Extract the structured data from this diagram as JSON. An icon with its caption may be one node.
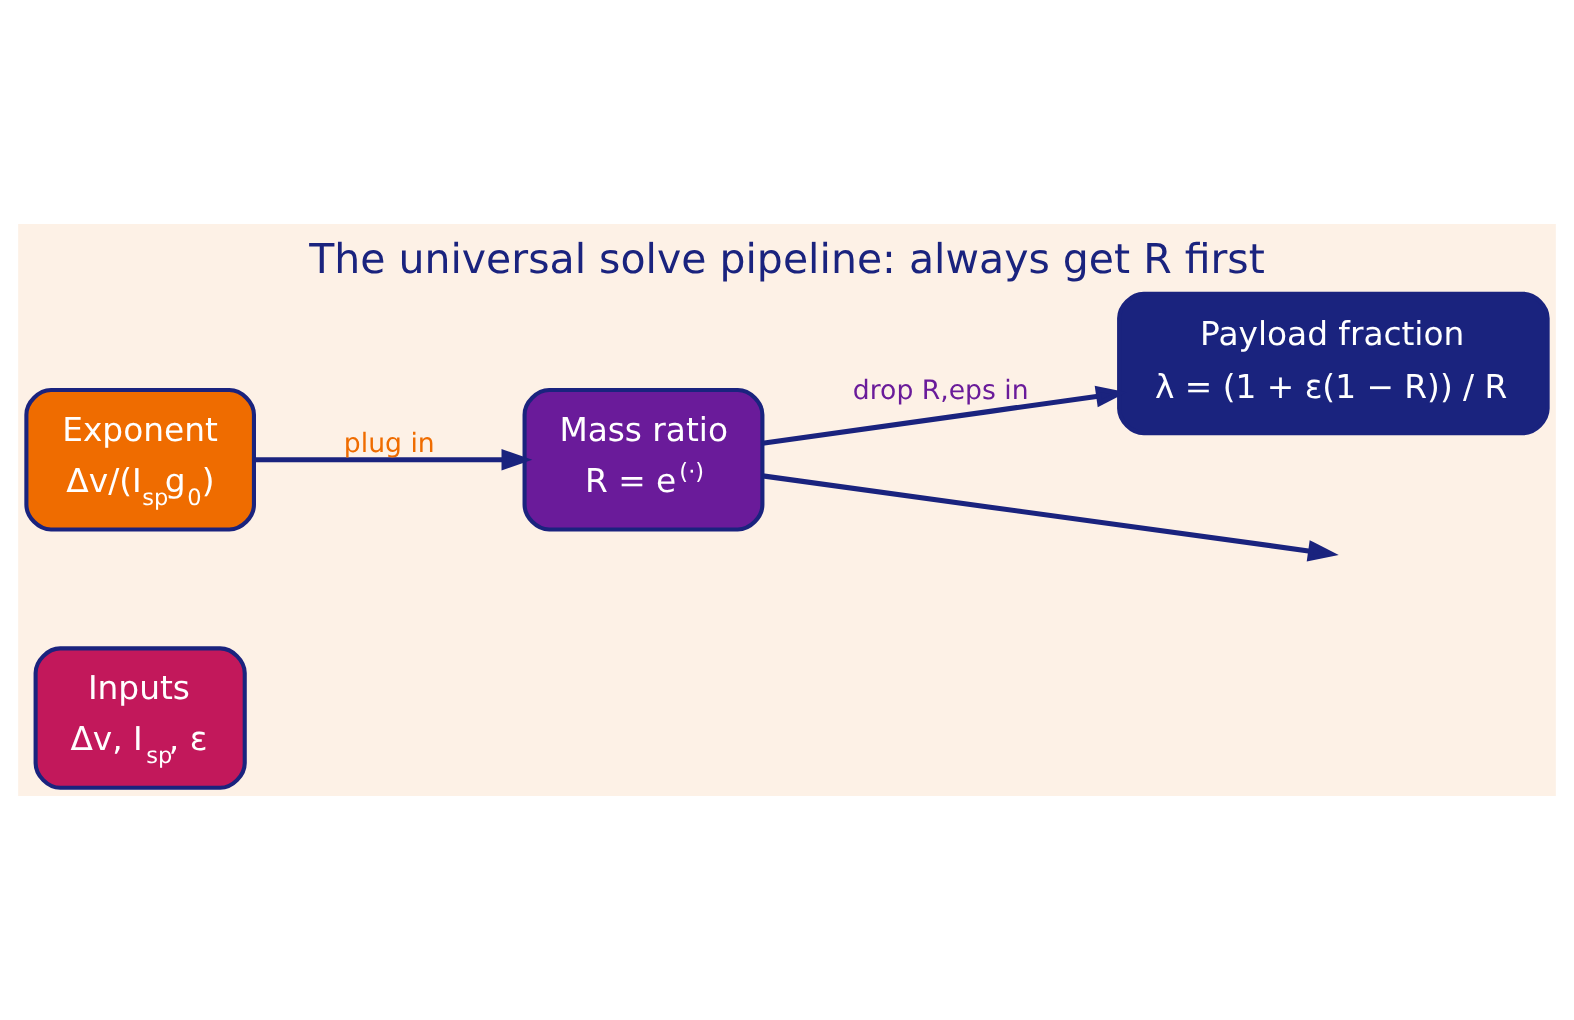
{
  "diagram": {
    "title": "The universal solve pipeline: always get R first",
    "nodes": [
      {
        "text": [
          "Inputs",
          "Δv, I$_{sp}$, ε"
        ]
      },
      {
        "text": [
          "Exponent",
          "Δv/(I$_{sp}$g$_{0}$)"
        ]
      },
      {
        "text": [
          "Mass ratio",
          "R = e$^{(·)}$"
        ]
      },
      {
        "text": [
          "Payload fraction",
          "λ = (1 + ε(1 − R)) / R"
        ]
      }
    ],
    "edges": [
      {
        "from": 1,
        "to": 2,
        "arrow": "to",
        "label": "plug in"
      },
      {
        "from": 2,
        "to": 3,
        "arrow": "to",
        "label": "drop R,eps in"
      },
      {
        "from": 2,
        "to": null,
        "arrow": "to"
      }
    ]
  }
}
